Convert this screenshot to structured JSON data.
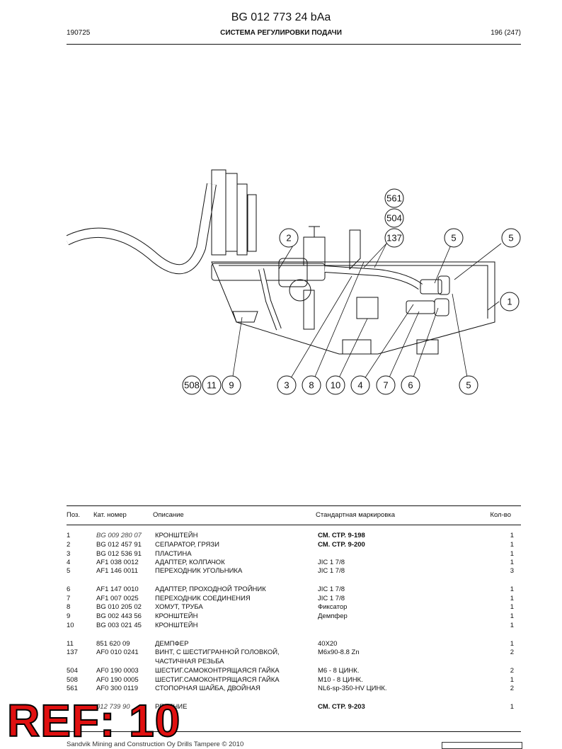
{
  "header": {
    "doc_number": "BG 012 773 24 bAa",
    "left_code": "190725",
    "section_title": "СИСТЕМА РЕГУЛИРОВКИ ПОДАЧИ",
    "page_info": "196 (247)"
  },
  "diagram": {
    "callouts": [
      {
        "label": "561"
      },
      {
        "label": "504"
      },
      {
        "label": "137"
      },
      {
        "label": "2"
      },
      {
        "label": "5"
      },
      {
        "label": "5"
      },
      {
        "label": "1"
      },
      {
        "label": "508"
      },
      {
        "label": "11"
      },
      {
        "label": "9"
      },
      {
        "label": "3"
      },
      {
        "label": "8"
      },
      {
        "label": "10"
      },
      {
        "label": "4"
      },
      {
        "label": "7"
      },
      {
        "label": "6"
      },
      {
        "label": "5"
      }
    ]
  },
  "table": {
    "headers": {
      "pos": "Поз.",
      "cat": "Кат. номер",
      "desc": "Описание",
      "std": "Стандартная маркировка",
      "qty": "Кол-во"
    },
    "rows": [
      {
        "pos": "1",
        "cat": "BG 009 280 07",
        "desc": "КРОНШТЕЙН",
        "std": "СМ. СТР. 9-198",
        "qty": "1"
      },
      {
        "pos": "2",
        "cat": "BG 012 457 91",
        "desc": "СЕПАРАТОР, ГРЯЗИ",
        "std": "СМ. СТР. 9-200",
        "qty": "1"
      },
      {
        "pos": "3",
        "cat": "BG 012 536 91",
        "desc": "ПЛАСТИНА",
        "std": "",
        "qty": "1"
      },
      {
        "pos": "4",
        "cat": "AF1 038 0012",
        "desc": "АДАПТЕР, КОЛПАЧОК",
        "std": "JIC 1 7/8",
        "qty": "1"
      },
      {
        "pos": "5",
        "cat": "AF1 146 0011",
        "desc": "ПЕРЕХОДНИК УГОЛЬНИКА",
        "std": "JIC 1 7/8",
        "qty": "3"
      },
      {
        "pos": "6",
        "cat": "AF1 147 0010",
        "desc": "АДАПТЕР, ПРОХОДНОЙ ТРОЙНИК",
        "std": "JIC 1 7/8",
        "qty": "1"
      },
      {
        "pos": "7",
        "cat": "AF1 007 0025",
        "desc": "ПЕРЕХОДНИК СОЕДИНЕНИЯ",
        "std": "JIC 1 7/8",
        "qty": "1"
      },
      {
        "pos": "8",
        "cat": "BG 010 205 02",
        "desc": "ХОМУТ, ТРУБА",
        "std": "Фиксатор",
        "qty": "1"
      },
      {
        "pos": "9",
        "cat": "BG 002 443 56",
        "desc": "КРОНШТЕЙН",
        "std": "Демпфер",
        "qty": "1"
      },
      {
        "pos": "10",
        "cat": "BG 003 021 45",
        "desc": "КРОНШТЕЙН",
        "std": "",
        "qty": "1"
      },
      {
        "pos": "11",
        "cat": "851 620 09",
        "desc": "ДЕМПФЕР",
        "std": "40X20",
        "qty": "1"
      },
      {
        "pos": "137",
        "cat": "AF0 010 0241",
        "desc": "ВИНТ, С ШЕСТИГРАННОЙ ГОЛОВКОЙ,",
        "std": "M6x90-8.8 Zn",
        "qty": "2"
      },
      {
        "pos": "",
        "cat": "",
        "desc": "ЧАСТИЧНАЯ РЕЗЬБА",
        "std": "",
        "qty": ""
      },
      {
        "pos": "504",
        "cat": "AF0 190 0003",
        "desc": "ШЕСТИГ.САМОКОНТРЯЩАЯСЯ ГАЙКА",
        "std": "M6 - 8 ЦИНК.",
        "qty": "2"
      },
      {
        "pos": "508",
        "cat": "AF0 190 0005",
        "desc": "ШЕСТИГ.САМОКОНТРЯЩАЯСЯ ГАЙКА",
        "std": "M10 - 8 ЦИНК.",
        "qty": "1"
      },
      {
        "pos": "561",
        "cat": "AF0 300 0119",
        "desc": "СТОПОРНАЯ ШАЙБА, ДВОЙНАЯ",
        "std": "NL6-sp-350-HV ЦИНК.",
        "qty": "2"
      },
      {
        "pos": "",
        "cat": "012 739 90",
        "desc": "РЕДЕНИЕ",
        "std": "СМ. СТР. 9-203",
        "qty": "1"
      }
    ]
  },
  "stamp": {
    "text": "REF: 10"
  },
  "footer": {
    "text": "Sandvik Mining and Construction Oy Drills Tampere © 2010"
  }
}
